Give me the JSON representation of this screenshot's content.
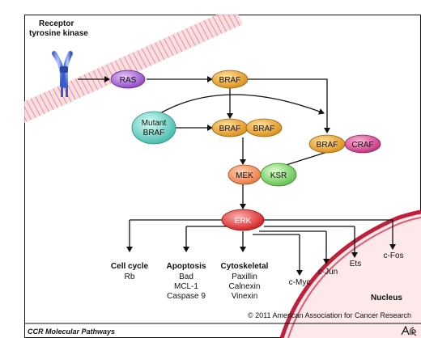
{
  "receptor": {
    "line1": "Receptor",
    "line2": "tyrosine kinase"
  },
  "nodes": {
    "ras": "RAS",
    "braf_top": "BRAF",
    "mutant_line1": "Mutant",
    "mutant_line2": "BRAF",
    "braf_dimer_left": "BRAF",
    "braf_dimer_right": "BRAF",
    "braf_hetero": "BRAF",
    "craf": "CRAF",
    "mek": "MEK",
    "ksr": "KSR",
    "erk": "ERK"
  },
  "targets": {
    "cell_cycle": {
      "title": "Cell cycle",
      "items": [
        "Rb"
      ]
    },
    "apoptosis": {
      "title": "Apoptosis",
      "items": [
        "Bad",
        "MCL-1",
        "Caspase 9"
      ]
    },
    "cytoskeletal": {
      "title": "Cytoskeletal",
      "items": [
        "Paxillin",
        "Calnexin",
        "Vinexin"
      ]
    },
    "nuclear": [
      "c-Myc",
      "c-Jun",
      "Ets",
      "c-Fos"
    ]
  },
  "nucleus_label": "Nucleus",
  "copyright": "© 2011 American Association for Cancer Research",
  "footer_title": "CCR Molecular Pathways",
  "logo_text": "AACR",
  "colors": {
    "ras": "#9b59d0",
    "braf": "#e8a020",
    "mutant": "#5fcfc0",
    "craf": "#d43a8c",
    "mek": "#f08a50",
    "ksr": "#7ccf6a",
    "erk": "#e02828",
    "nucleus": "#c0203a",
    "membrane": "#e06070"
  }
}
